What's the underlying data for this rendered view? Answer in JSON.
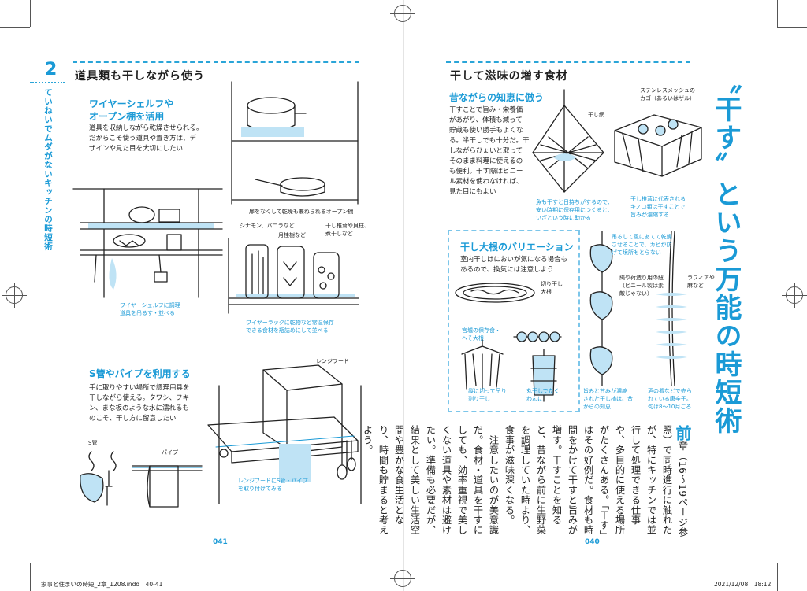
{
  "left": {
    "chapter_num": "2",
    "chapter_side": "ていねいでムダがないキッチンの時短術",
    "section_title": "道具類も干しながら使う",
    "wire_shelf": {
      "heading": "ワイヤーシェルフや\nオープン棚を活用",
      "body": "道具を収納しながら乾燥させられる。\nだからこそ使う道具や置き方は、デ\nザインや見た目を大切にしたい",
      "cap_hanging": "ワイヤーシェルフに調理\n道具を吊るす・並べる",
      "cap_open_shelf": "扉をなくして乾燥も兼ねられるオープン棚",
      "jar_labels": {
        "left": "シナモン、バニラなど",
        "mid": "月桂樹など",
        "right": "干し椎茸や貝柱、\n煮干しなど"
      },
      "cap_wire_rack": "ワイヤーラックに乾物など常温保存\nできる食材を瓶詰めにして並べる"
    },
    "s_hook": {
      "heading": "S管やパイプを利用する",
      "body": "手に取りやすい場所で調理用具を\n干しながら使える。タワシ、フキ\nン、まな板のような水に濡れるも\nのこそ、干し方に留意したい",
      "label_s": "S管",
      "label_pipe": "パイプ",
      "label_hood": "レンジフード",
      "cap_hood": "レンジフードにS管・パイプ\nを取り付けてみる"
    },
    "folio": "041",
    "slug": "家事と住まいの時短_2章_1208.indd　40-41"
  },
  "right": {
    "section_title": "干して滋味の増す食材",
    "wisdom": {
      "heading": "昔ながらの知恵に倣う",
      "body": "干すことで旨み・栄養価\nがあがり、体積も減って\n貯蔵も使い勝手もよくな\nる。半干しでも十分だ。干\nしながらひょいと取って\nそのまま料理に使えるの\nも便利。干す際はビニー\nル素材を使わなければ、\n見た目にもよい",
      "label_net": "干し網",
      "cap_net": "魚も干すと日持ちがするので、\n安い時期に保存用につくると、\nいざという時に助かる",
      "label_basket": "ステンレスメッシュの\nカゴ（あるいはザル）",
      "cap_basket": "干し椎茸に代表される\nキノコ類は干すことで\n旨みが濃縮する"
    },
    "daikon": {
      "heading": "干し大根のバリエーション",
      "body": "室内干しはにおいが気になる場合も\nあるので、換気には注意しよう",
      "label_kiriboshi": "切り干し\n大根",
      "label_miyagi": "宮城の保存食・\nヘそ大根",
      "cap_long": "縦に切って吊り\n割り干し",
      "cap_round": "丸干しでたく\nわんに"
    },
    "hanging": {
      "cap_persimmon": "吊るして風にあてて乾燥\nさせることで、カビが防\nげて境所もとらない",
      "label_string": "縄や荷造り用の紐\n（ビニール製は素\n敵じゃない）",
      "label_raffia": "ラフィアや\n麻など",
      "cap_sweet": "旨みと甘みが濃縮\nされた干し柿は、昔\nからの知恵",
      "cap_chili": "酒の肴などで売ら\nれている唐辛子。\n旬は8〜10月ごろ"
    },
    "big_title": "〝干す〟という万能の時短術",
    "column_drop": "前",
    "column_text": "章（16〜19ページ参照）で同時進行に触れたが、特にキッチンでは並行して処理できる仕事や、多目的に使える場所がたくさんある。「干す」はその好例だ。食材も時間をかけて干すと旨みが増す。干すことを知ると、昔ながら前に生野菜を調理していた時より、食事が滋味深くなる。\n　注意したいのが美意識だ。食材・道具を干すにしても、効率重視で美しくない道具や素材は避けたい。準備も必要だが、結果として美しい生活空間や豊かな食生活となり、時間も貯まると考えよう。",
    "folio": "040",
    "slug_date": "2021/12/08　18:12"
  }
}
